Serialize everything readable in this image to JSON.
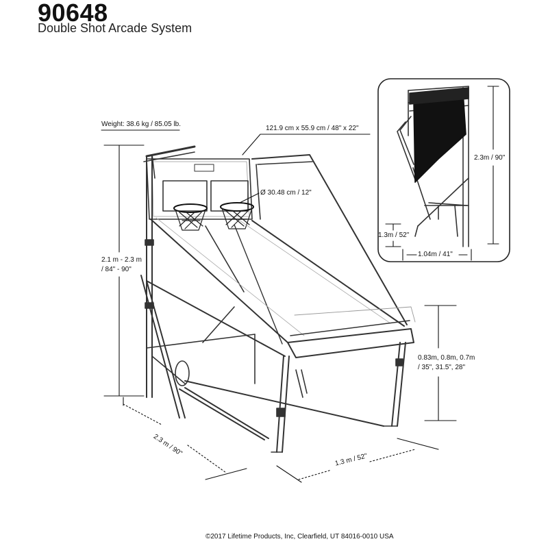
{
  "header": {
    "model_number": "90648",
    "product_name": "Double Shot Arcade System"
  },
  "dimensions": {
    "weight": "Weight: 38.6 kg / 85.05 lb.",
    "backboard": "121.9 cm x 55.9 cm / 48\" x 22\"",
    "rim": "Ø 30.48 cm / 12\"",
    "height_metric": "2.1 m - 2.3 m",
    "height_imperial": "/ 84\" - 90\"",
    "length": "2.3 m / 90\"",
    "width": "1.3 m / 52\"",
    "front_height_metric": "0.83m, 0.8m, 0.7m",
    "front_height_imperial": "/ 35\", 31.5\", 28\"",
    "folded_height": "2.3m / 90\"",
    "folded_width_depth": "1.3m / 52\"",
    "folded_depth": "1.04m / 41\""
  },
  "footer": {
    "copyright": "©2017 Lifetime Products, Inc, Clearfield, UT 84016-0010 USA"
  }
}
